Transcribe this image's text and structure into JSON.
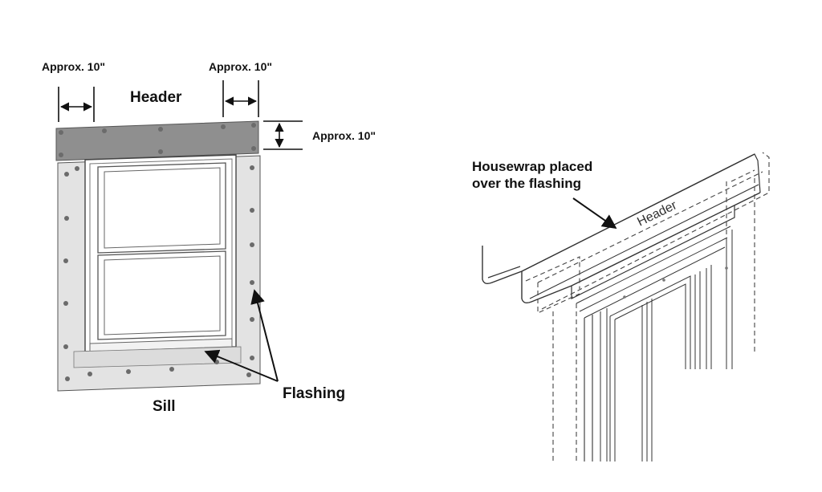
{
  "labels": {
    "approx_left": "Approx. 10\"",
    "approx_right": "Approx. 10\"",
    "approx_side": "Approx. 10\"",
    "header": "Header",
    "sill": "Sill",
    "flashing": "Flashing",
    "housewrap_line1": "Housewrap placed",
    "housewrap_line2": "over the flashing",
    "header_right": "Header"
  },
  "colors": {
    "header_flashing": "#8f8f8f",
    "side_flashing": "#e3e3e3",
    "nail": "#6b6b6b"
  }
}
